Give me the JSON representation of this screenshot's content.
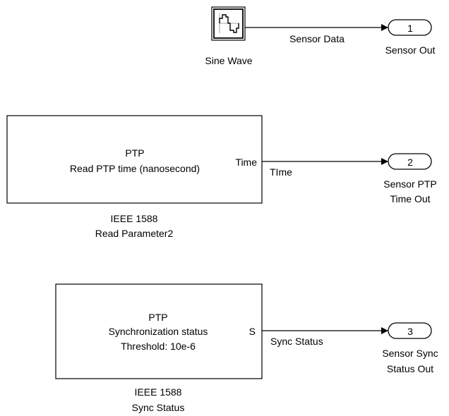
{
  "model": {
    "sine_block": {
      "name": "Sine Wave",
      "icon": "sine-wave-icon"
    },
    "signal_sensor": "Sensor Data",
    "outport_1": {
      "number": "1",
      "name": "Sensor Out"
    },
    "read_param_block": {
      "line1": "PTP",
      "line2": "Read PTP time (nanosecond)",
      "port_label": "Time",
      "name_line1": "IEEE 1588",
      "name_line2": "Read Parameter2"
    },
    "signal_time": "TIme",
    "outport_2": {
      "number": "2",
      "name_line1": "Sensor PTP",
      "name_line2": "Time Out"
    },
    "sync_block": {
      "line1": "PTP",
      "line2": "Synchronization status",
      "line3": "Threshold: 10e-6",
      "port_label": "S",
      "name_line1": "IEEE 1588",
      "name_line2": "Sync Status"
    },
    "signal_sync": "Sync Status",
    "outport_3": {
      "number": "3",
      "name_line1": "Sensor Sync",
      "name_line2": "Status Out"
    }
  }
}
